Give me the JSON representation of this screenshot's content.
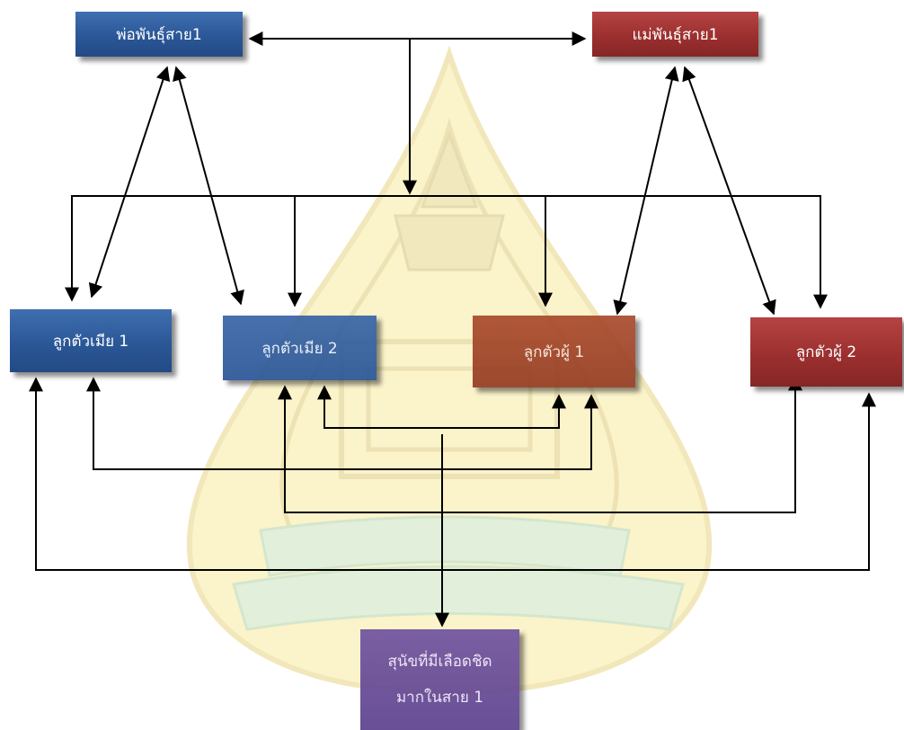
{
  "boxes": {
    "sire": "พ่อพันธุ์สาย1",
    "dam": "แม่พันธุ์สาย1",
    "female1": "ลูกตัวเมีย 1",
    "female2": "ลูกตัวเมีย 2",
    "male1": "ลูกตัวผู้ 1",
    "male2": "ลูกตัวผู้ 2",
    "result_line1": "สุนัขที่มีเลือดชิด",
    "result_line2": "มากในสาย 1"
  },
  "colors": {
    "blue": "#2b5797",
    "red": "#9c2f2f",
    "brown": "#9a3a22",
    "purple": "#6a4a9c",
    "watermark": "#e8c840",
    "watermark_green": "#9cc98a"
  }
}
